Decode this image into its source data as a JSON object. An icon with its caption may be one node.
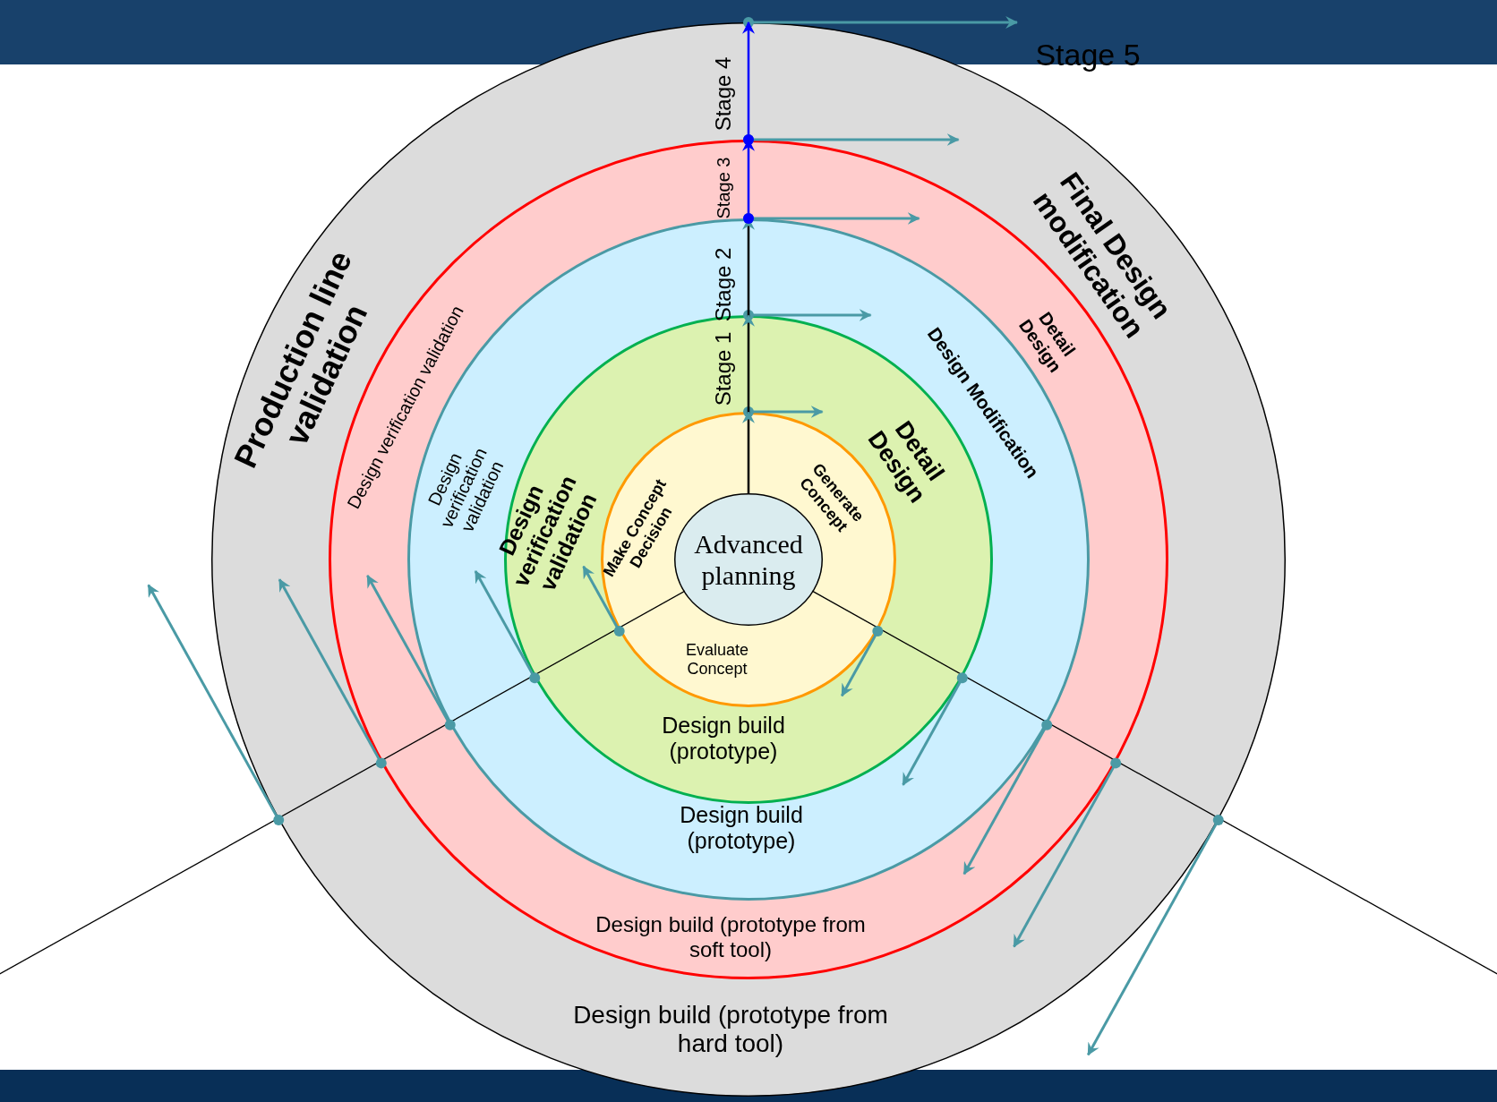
{
  "diagram": {
    "nodes": [
      {
        "text": [
          "Final Design modification",
          "Production line validation",
          "Design build (prototype from hard tool)"
        ]
      },
      {
        "text": [
          "Detail Design",
          "Design verification validation",
          "Design build (prototype from soft tool)"
        ],
        "in": 0
      },
      {
        "text": [
          "Design Modification",
          "Design verification validation",
          "Design build (prototype)"
        ],
        "in": 1
      },
      {
        "text": [
          "Detail Design",
          "Design verification validation",
          "Design build (prototype)"
        ],
        "in": 2
      },
      {
        "text": [
          "Generate Concept",
          "Make Concept Decision",
          "Evaluate Concept"
        ],
        "in": 3
      },
      {
        "text": [
          "Advanced planning"
        ],
        "in": 4
      }
    ],
    "edges": [
      {
        "from": 5,
        "to": 4,
        "arrow": "to"
      },
      {
        "from": 4,
        "to": 3,
        "arrow": "to"
      },
      {
        "from": 3,
        "to": 2,
        "arrow": "to"
      },
      {
        "from": 2,
        "to": 1,
        "arrow": "to",
        "color": "#0000ff"
      },
      {
        "from": 1,
        "to": 0,
        "arrow": "to",
        "color": "#0000ff"
      }
    ],
    "labels": [
      "Stage 5",
      "Stage 4",
      "Stage 3",
      "Stage 2",
      "Stage 1"
    ]
  }
}
